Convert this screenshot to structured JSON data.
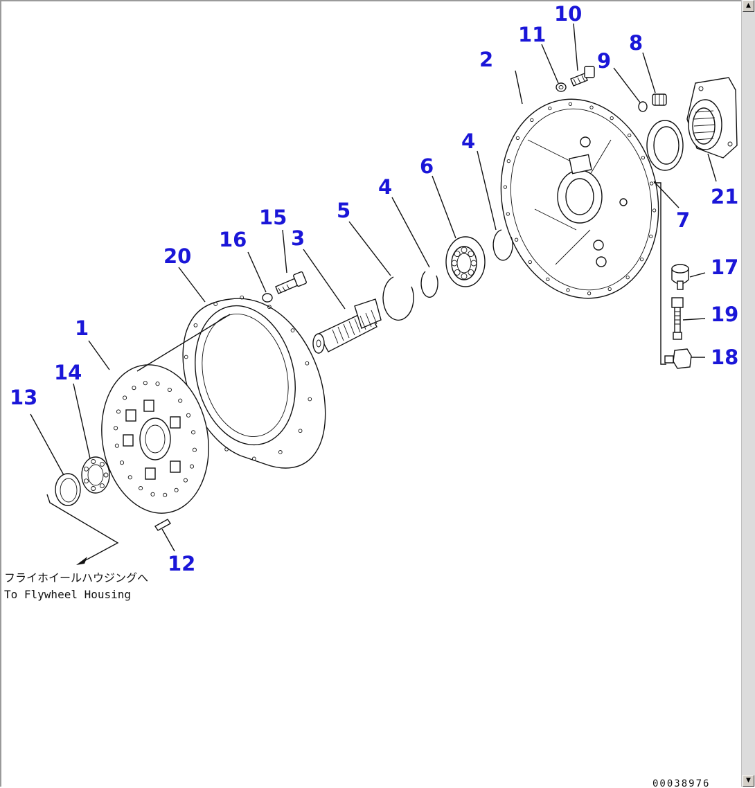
{
  "note": {
    "jp": "フライホイールハウジングへ",
    "en": "To Flywheel Housing"
  },
  "drawing_code": "00038976",
  "callouts": {
    "c1": "1",
    "c2": "2",
    "c3": "3",
    "c4a": "4",
    "c4b": "4",
    "c5": "5",
    "c6": "6",
    "c7": "7",
    "c8": "8",
    "c9": "9",
    "c10": "10",
    "c11": "11",
    "c12": "12",
    "c13": "13",
    "c14": "14",
    "c15": "15",
    "c16": "16",
    "c17": "17",
    "c18": "18",
    "c19": "19",
    "c20": "20",
    "c21": "21"
  },
  "colors": {
    "callout": "#1a16d8",
    "line": "#111111"
  },
  "scrollbar": {
    "up_icon": "arrow-up-icon",
    "down_icon": "arrow-down-icon"
  }
}
